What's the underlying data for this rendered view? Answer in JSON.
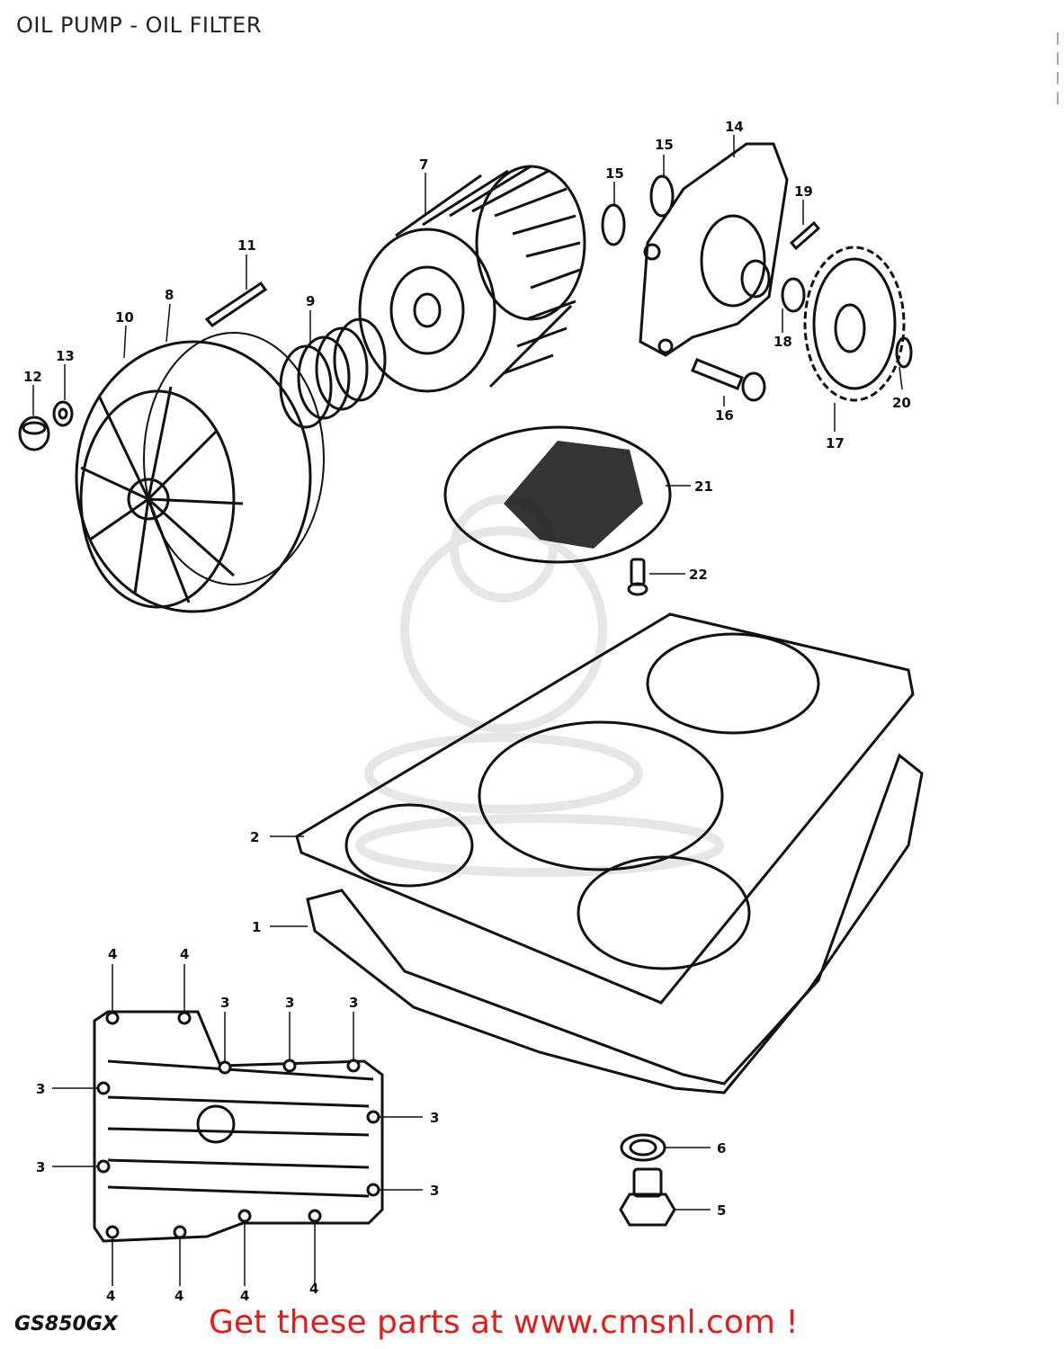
{
  "header": {
    "title": "OIL PUMP - OIL FILTER"
  },
  "footer": {
    "model": "GS850GX",
    "promo": "Get these parts at www.cmsnl.com !"
  },
  "callouts": {
    "c1": "1",
    "c2": "2",
    "c3": "3",
    "c4": "4",
    "c5": "5",
    "c6": "6",
    "c7": "7",
    "c8": "8",
    "c9": "9",
    "c10": "10",
    "c11": "11",
    "c12": "12",
    "c13": "13",
    "c14": "14",
    "c15": "15",
    "c16": "16",
    "c17": "17",
    "c18": "18",
    "c19": "19",
    "c20": "20",
    "c21": "21",
    "c22": "22"
  },
  "colors": {
    "line": "#111111",
    "promo": "#e21c1c",
    "watermark": "#e6e6e6"
  }
}
